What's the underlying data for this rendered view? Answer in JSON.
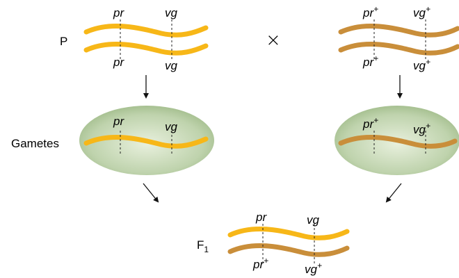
{
  "labels": {
    "parental": "P",
    "gametes": "Gametes",
    "f1_base": "F",
    "f1_sub": "1",
    "cross_symbol": "×"
  },
  "alleles": {
    "pr_mut": "pr",
    "vg_mut": "vg",
    "pr_wt": "pr",
    "vg_wt": "vg",
    "plus": "+"
  },
  "colors": {
    "mutant_chromosome": "#F7B718",
    "wildtype_chromosome": "#C98E3A",
    "gamete_cell_fill": "#AFC79A",
    "gamete_cell_highlight": "#E8F0DD",
    "arrow": "#111111"
  }
}
